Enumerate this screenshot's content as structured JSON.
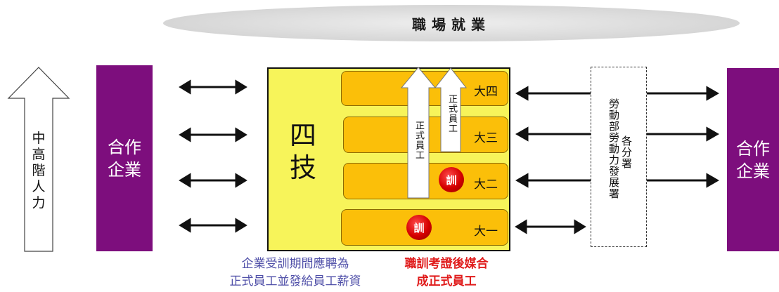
{
  "banner": {
    "title": "職場就業"
  },
  "left_arrow": {
    "text": "中\n高\n階\n人\n力"
  },
  "partner_left": {
    "text": "合作\n企業"
  },
  "partner_right": {
    "text": "合作\n企業"
  },
  "school": {
    "title": "四\n技"
  },
  "years": [
    {
      "label": "大四"
    },
    {
      "label": "大三"
    },
    {
      "label": "大二",
      "has_train": true
    },
    {
      "label": "大一",
      "has_train": true
    }
  ],
  "train_badge": "訓",
  "up_arrows": [
    {
      "text": "正式員工"
    },
    {
      "text": "正式員工"
    }
  ],
  "agency": {
    "col1": "勞動部勞動力發展署",
    "col2": "各分署"
  },
  "captions": {
    "blue": [
      "企業受訓期間應聘為",
      "正式員工並發給員工薪資"
    ],
    "red": [
      "職訓考證後媒合",
      "成正式員工"
    ]
  },
  "colors": {
    "partner": "#7d0e7d",
    "school_box": "#f7f45a",
    "year_bar": "#fbbf09",
    "badge": "#d40000",
    "caption_blue": "#4f4fa8",
    "caption_red": "#e01b1b"
  }
}
